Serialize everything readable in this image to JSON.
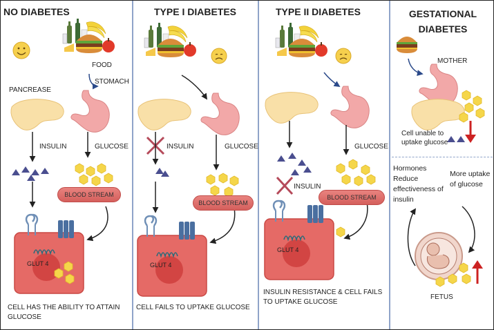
{
  "panels": [
    {
      "title": "NO DIABETES",
      "food_label": "FOOD",
      "stomach_label": "STOMACH",
      "pancreas_label": "PANCREASE",
      "insulin_label": "INSULIN",
      "glucose_label": "GLUCOSE",
      "blood_label": "BLOOD STREAM",
      "glut_label": "GLUT 4",
      "caption": "CELL HAS THE ABILITY TO ATTAIN GLUCOSE",
      "face": "happy"
    },
    {
      "title": "TYPE I DIABETES",
      "insulin_label": "INSULIN",
      "glucose_label": "GLUCOSE",
      "blood_label": "BLOOD STREAM",
      "glut_label": "GLUT 4",
      "caption": "CELL FAILS TO UPTAKE GLUCOSE",
      "face": "sad"
    },
    {
      "title": "TYPE II DIABETES",
      "insulin_label": "INSULIN",
      "glucose_label": "GLUCOSE",
      "blood_label": "BLOOD STREAM",
      "glut_label": "GLUT 4",
      "caption": "INSULIN RESISTANCE & CELL FAILS TO UPTAKE GLUCOSE",
      "face": "sad"
    },
    {
      "title": "GESTATIONAL DIABETES",
      "mother_label": "MOTHER",
      "cell_label": "Cell unable to uptake glucose",
      "hormones_label": "Hormones Reduce effectiveness of insulin",
      "more_label": "More uptake of glucose",
      "fetus_label": "FETUS"
    }
  ],
  "colors": {
    "glucose": "#f5d64a",
    "insulin": "#4a4e8f",
    "blood": "#e07471",
    "cell": "#e0625f",
    "arrow_down": "#cc2222",
    "cross": "#b54a5a",
    "divider": "#8fa3c9"
  }
}
